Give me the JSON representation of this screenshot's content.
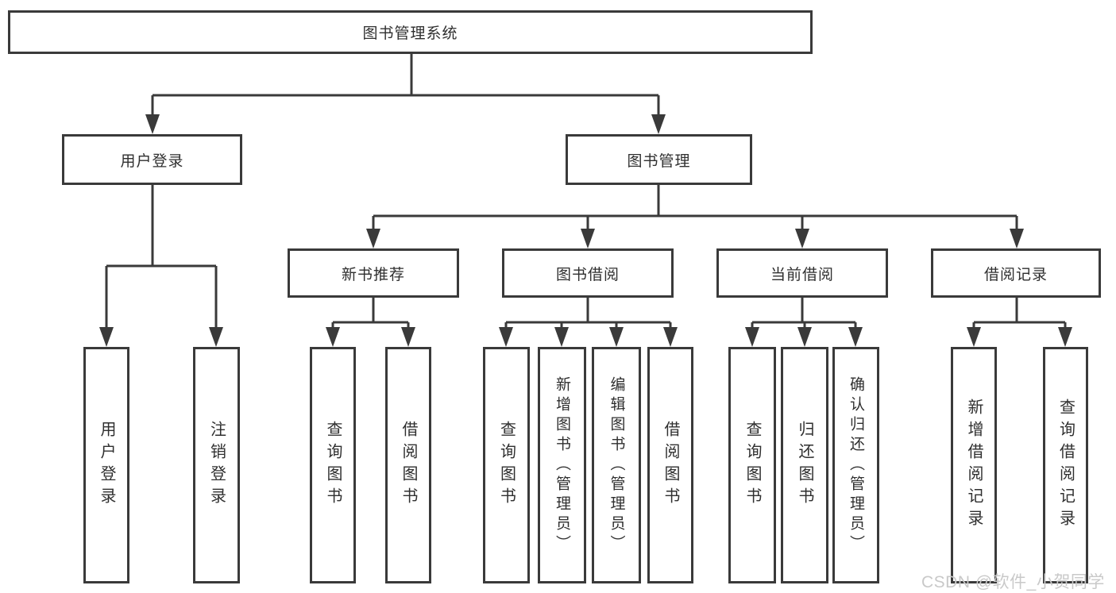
{
  "colors": {
    "line": "#3a3a3a",
    "text": "#2f2f2f",
    "watermark": "#c9c9c9",
    "background": "#ffffff"
  },
  "tree": {
    "root": {
      "label": "图书管理系统"
    },
    "branches": [
      {
        "label": "用户登录",
        "children": [
          {
            "label": "用户登录"
          },
          {
            "label": "注销登录"
          }
        ]
      },
      {
        "label": "图书管理",
        "children": [
          {
            "label": "新书推荐",
            "children": [
              {
                "label": "查询图书"
              },
              {
                "label": "借阅图书"
              }
            ]
          },
          {
            "label": "图书借阅",
            "children": [
              {
                "label": "查询图书"
              },
              {
                "label": "新增图书（管理员）"
              },
              {
                "label": "编辑图书（管理员）"
              },
              {
                "label": "借阅图书"
              }
            ]
          },
          {
            "label": "当前借阅",
            "children": [
              {
                "label": "查询图书"
              },
              {
                "label": "归还图书"
              },
              {
                "label": "确认归还（管理员）"
              }
            ]
          },
          {
            "label": "借阅记录",
            "children": [
              {
                "label": "新增借阅记录"
              },
              {
                "label": "查询借阅记录"
              }
            ]
          }
        ]
      }
    ]
  },
  "watermark": {
    "text": "CSDN @软件_小贺同学"
  }
}
